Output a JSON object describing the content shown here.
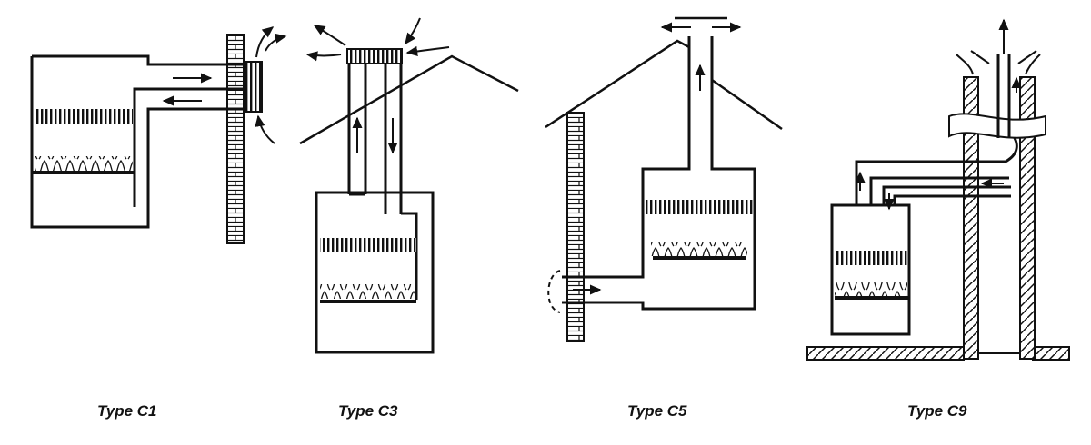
{
  "captions": {
    "c1": "Type C1",
    "c3": "Type C3",
    "c5": "Type C5",
    "c9": "Type C9"
  },
  "colors": {
    "ink": "#111111",
    "background": "#ffffff"
  }
}
